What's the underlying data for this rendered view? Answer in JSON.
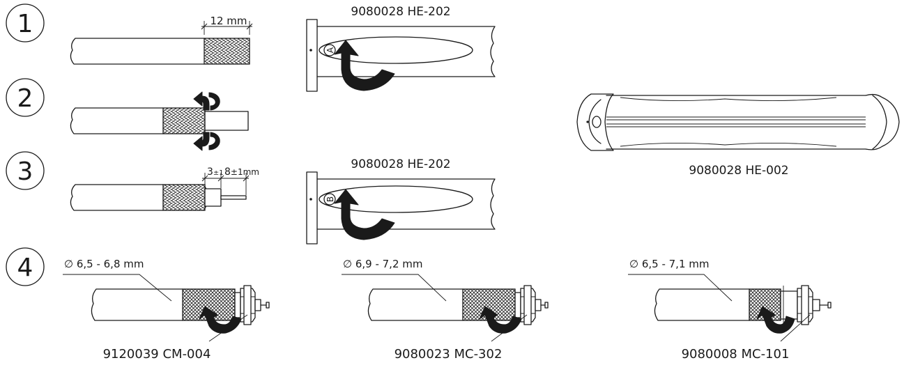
{
  "steps": [
    "1",
    "2",
    "3",
    "4"
  ],
  "dimensions": {
    "braid_strip": "12 mm",
    "dielectric": "3",
    "dielectric_tol": "±1",
    "conductor": "8",
    "conductor_tol": "±1mm"
  },
  "tools": {
    "tool_a": {
      "title": "9080028 HE-202",
      "marker": "A"
    },
    "tool_b": {
      "title": "9080028 HE-202",
      "marker": "B"
    },
    "tool_side": {
      "title": "9080028 HE-002"
    }
  },
  "connectors": [
    {
      "diameter": "∅ 6,5 - 6,8 mm",
      "part": "9120039 CM-004"
    },
    {
      "diameter": "∅ 6,9 - 7,2 mm",
      "part": "9080023 MC-302"
    },
    {
      "diameter": "∅ 6,5 - 7,1 mm",
      "part": "9080008 MC-101"
    }
  ],
  "colors": {
    "ink": "#1a1a1a",
    "background": "#ffffff"
  }
}
